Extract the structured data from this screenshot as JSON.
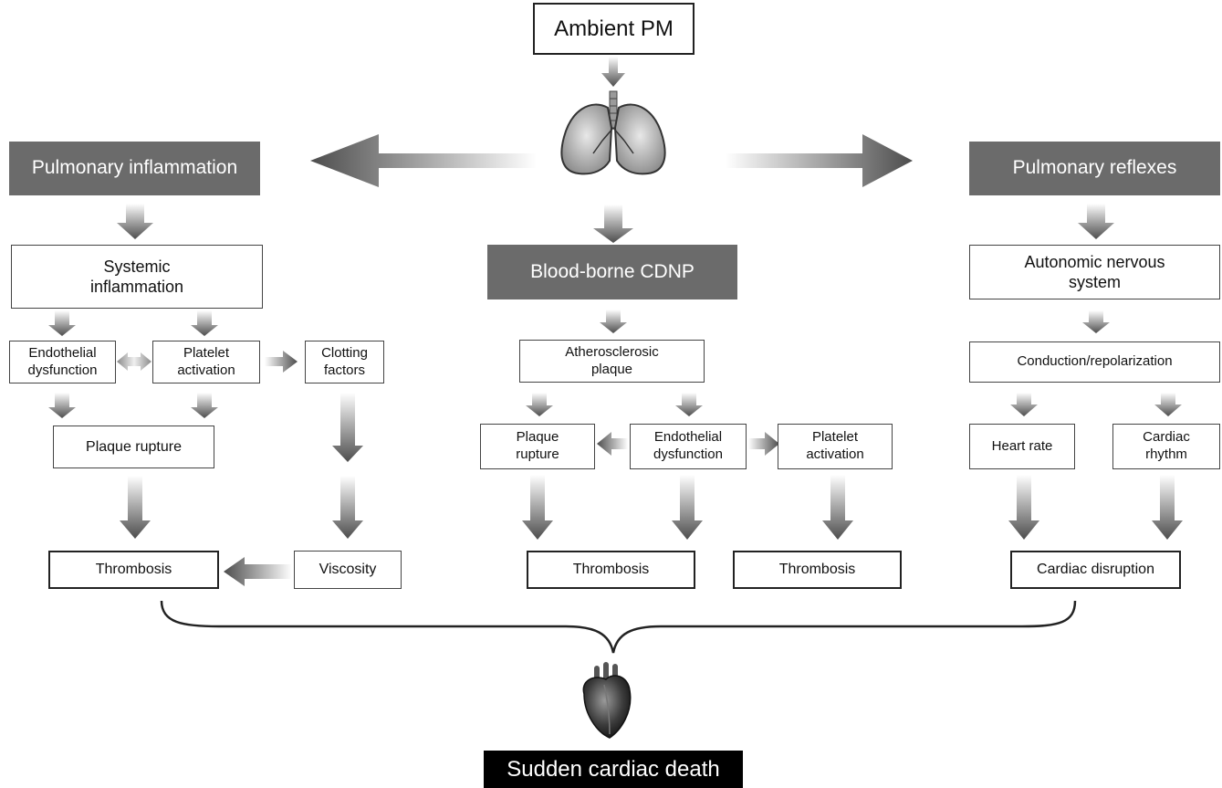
{
  "top": {
    "ambient": "Ambient PM"
  },
  "left": {
    "header": "Pulmonary inflammation",
    "systemic": "Systemic\ninflammation",
    "endothelial": "Endothelial\ndysfunction",
    "platelet": "Platelet\nactivation",
    "clotting": "Clotting\nfactors",
    "plaque_rupture": "Plaque rupture",
    "thrombosis": "Thrombosis",
    "viscosity": "Viscosity"
  },
  "center": {
    "header": "Blood-borne CDNP",
    "atherosclerotic": "Atherosclerosic\nplaque",
    "plaque_rupture": "Plaque\nrupture",
    "endothelial": "Endothelial\ndysfunction",
    "platelet": "Platelet\nactivation",
    "thrombosis_1": "Thrombosis",
    "thrombosis_2": "Thrombosis"
  },
  "right": {
    "header": "Pulmonary reflexes",
    "autonomic": "Autonomic nervous\nsystem",
    "conduction": "Conduction/repolarization",
    "heart_rate": "Heart rate",
    "cardiac_rhythm": "Cardiac\nrhythm",
    "cardiac_disruption": "Cardiac disruption"
  },
  "bottom": {
    "outcome": "Sudden cardiac death"
  },
  "colors": {
    "dark_box": "#6b6b6b",
    "arrow_dark": "#555555",
    "arrow_light": "#ffffff"
  },
  "icons": [
    "lungs-icon",
    "heart-icon"
  ]
}
